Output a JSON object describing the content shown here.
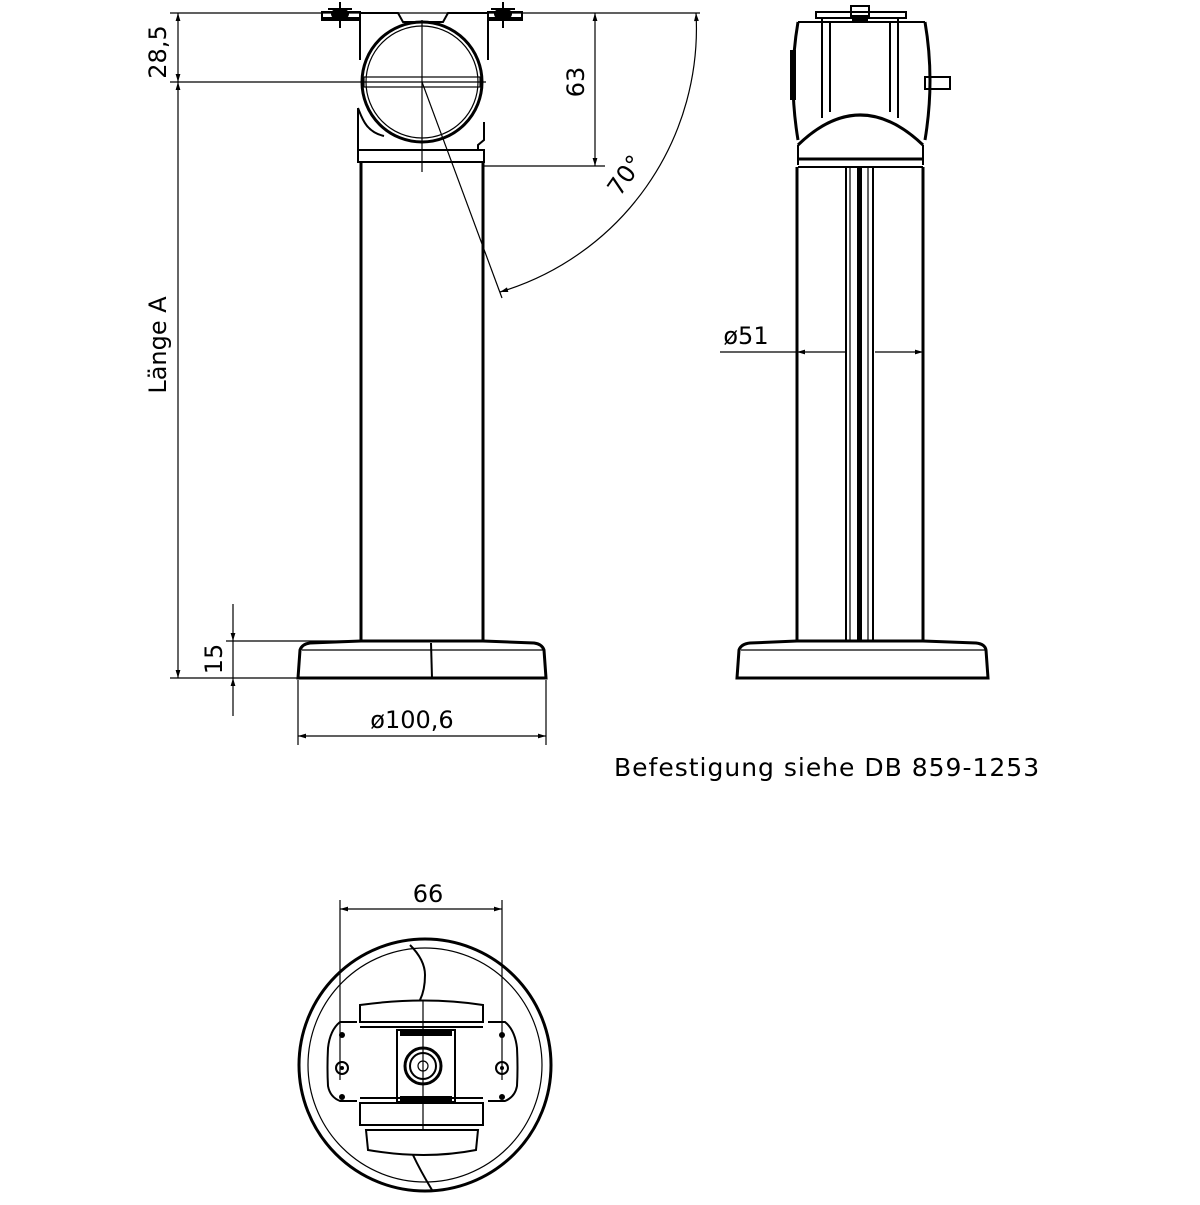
{
  "drawing": {
    "front_view": {
      "dim_top_offset": "28,5",
      "dim_clamp_height": "63",
      "dim_tilt_angle": "70°",
      "dim_length": "Länge A",
      "dim_base_height": "15",
      "dim_base_diameter": "ø100,6"
    },
    "side_view": {
      "dim_tube_diameter": "ø51"
    },
    "note": "Befestigung siehe DB 859-1253",
    "bottom_view": {
      "dim_hole_spacing": "66"
    },
    "colors": {
      "line": "#000000",
      "background": "#ffffff"
    }
  }
}
